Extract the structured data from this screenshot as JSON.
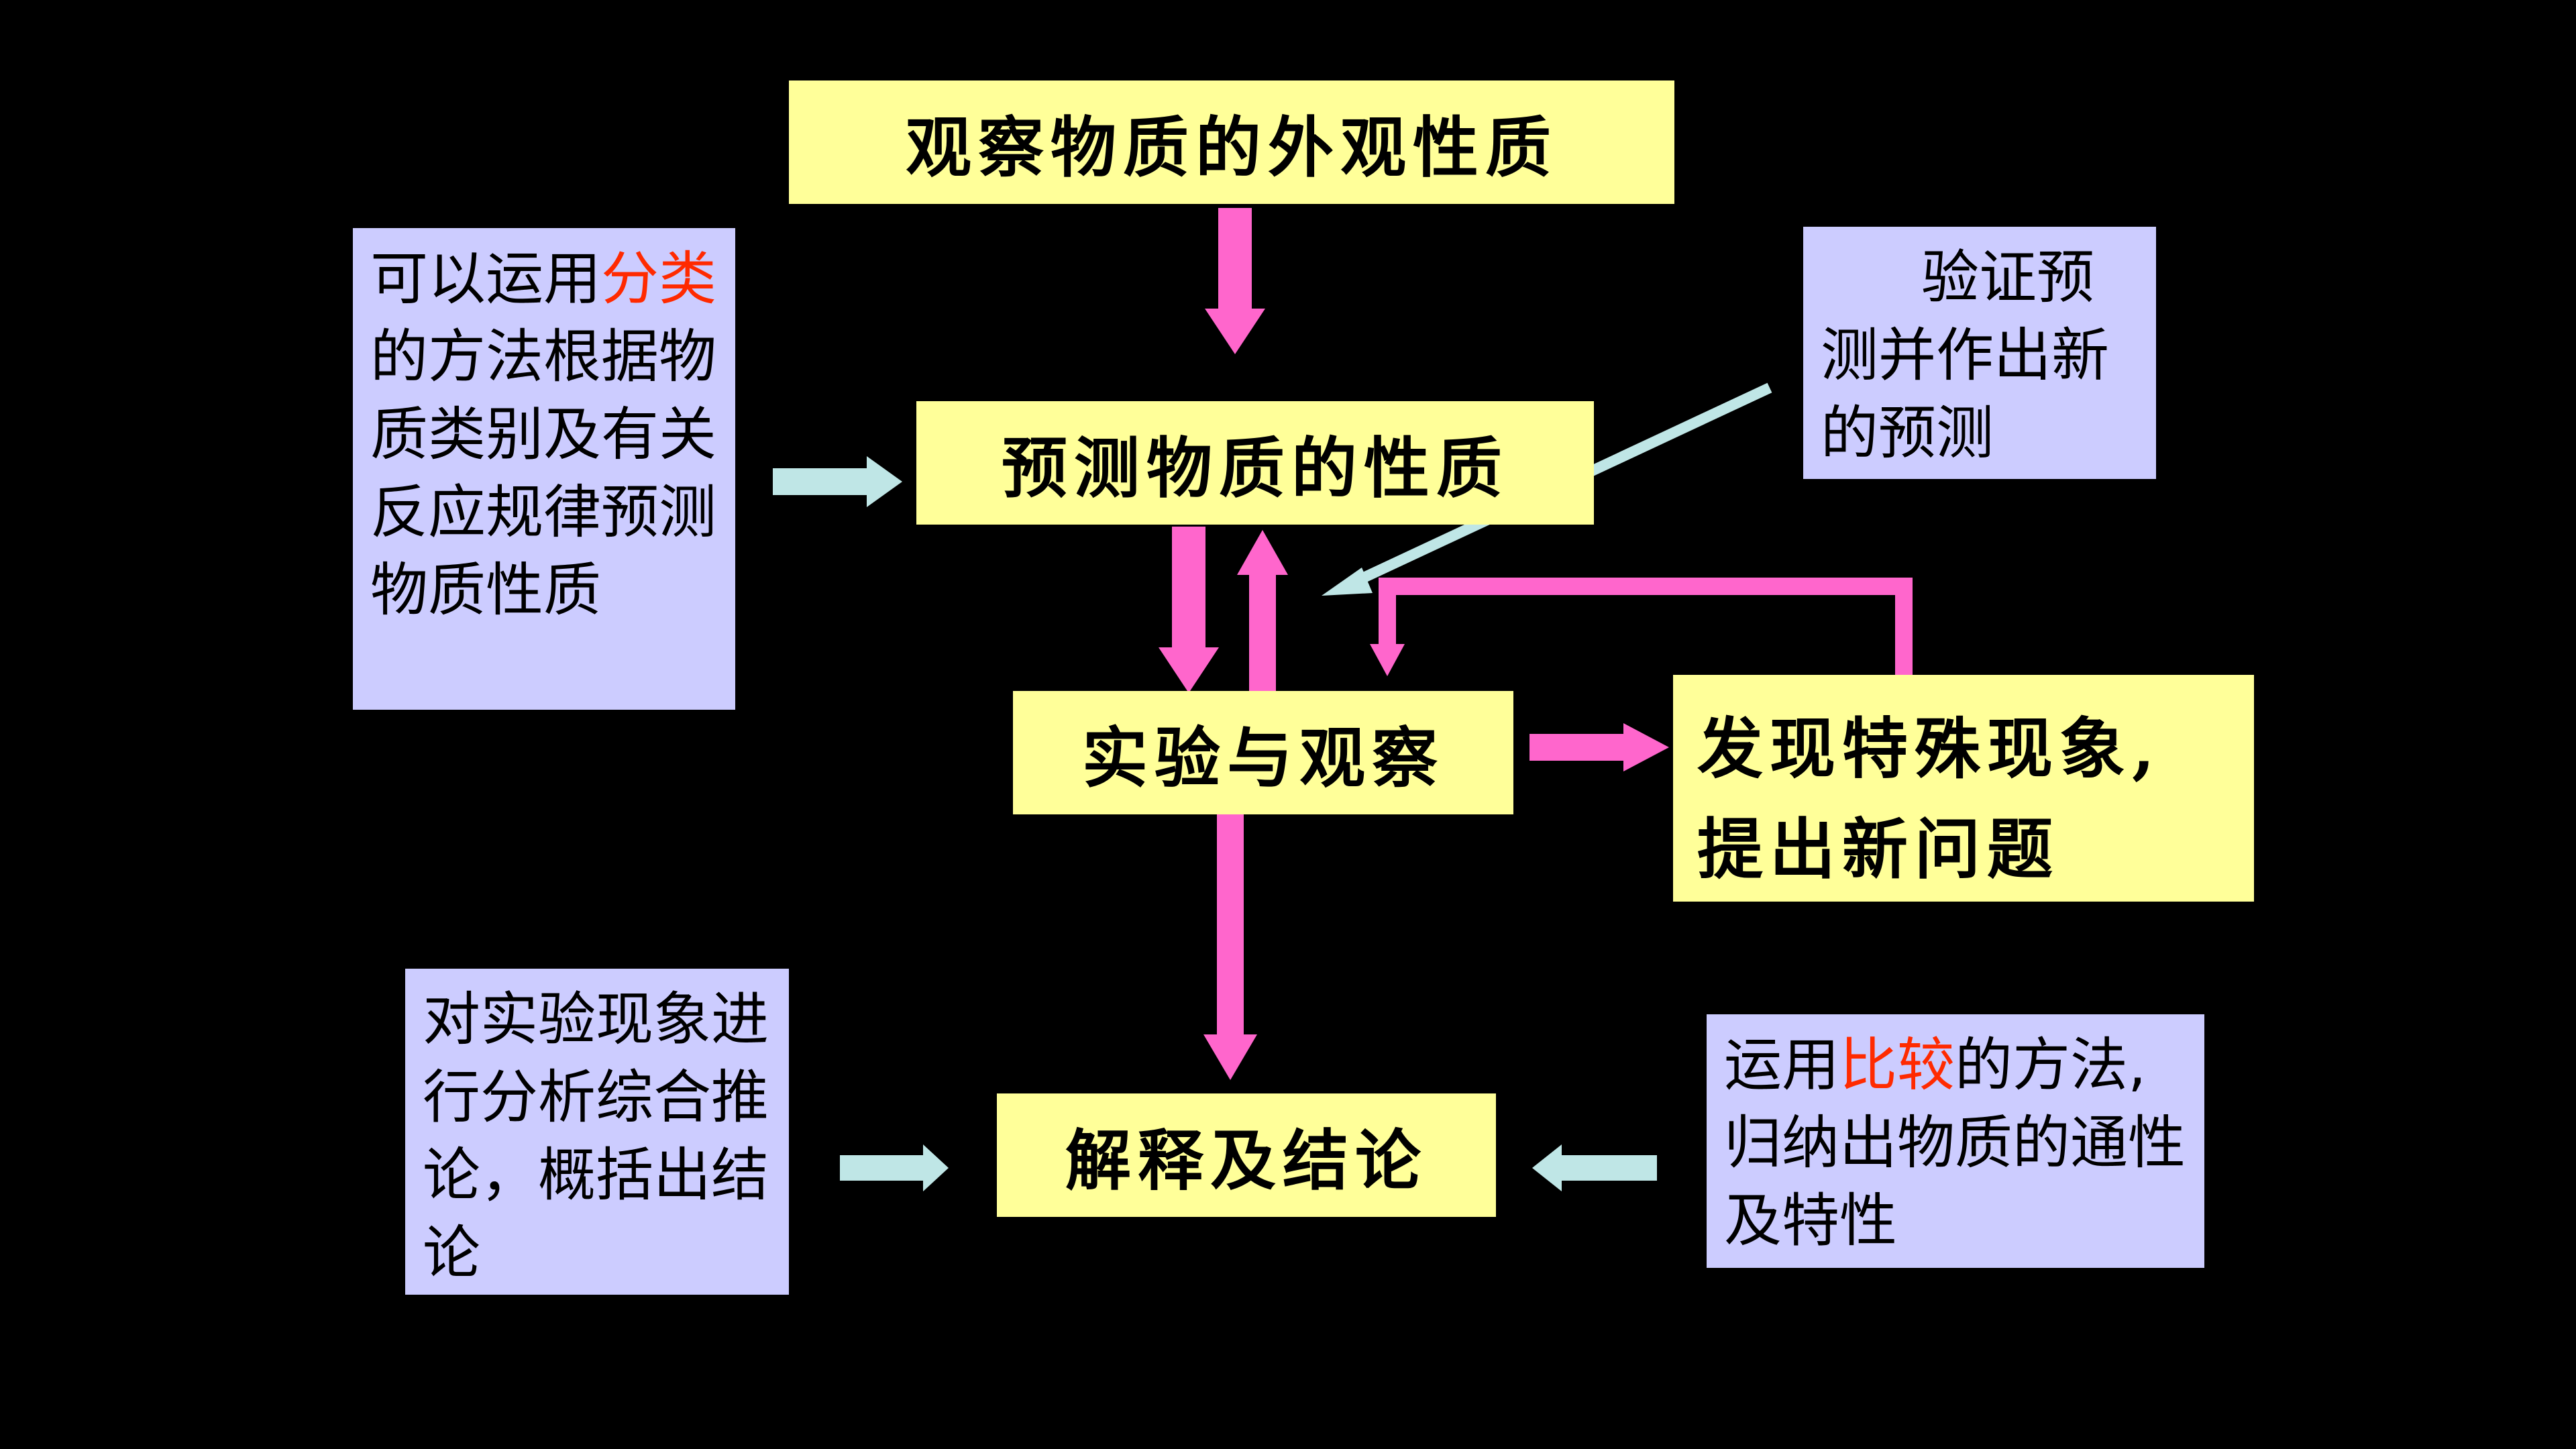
{
  "colors": {
    "background": "#000000",
    "yellow_box": "#ffff99",
    "lavender_box": "#ccccff",
    "pink_arrow": "#ff66cc",
    "cyan_arrow": "#bfe6e6",
    "highlight_red": "#ff2a00"
  },
  "nodes": {
    "observe": "观察物质的外观性质",
    "predict": "预测物质的性质",
    "experiment": "实验与观察",
    "discover_line1": "发现特殊现象,",
    "discover_line2": "提出新问题",
    "conclude": "解释及结论"
  },
  "notes": {
    "classify": {
      "part1": "可以运用",
      "highlight": "分类",
      "part2": "的方法根据物质类别及有关反应规律预测物质性质"
    },
    "verify": "验证预测并作出新的预测",
    "analyze": "对实验现象进行分析综合推论，概括出结论",
    "compare": {
      "part1": "运用",
      "highlight": "比较",
      "part2": "的方法,归纳出物质的通性及特性"
    }
  }
}
